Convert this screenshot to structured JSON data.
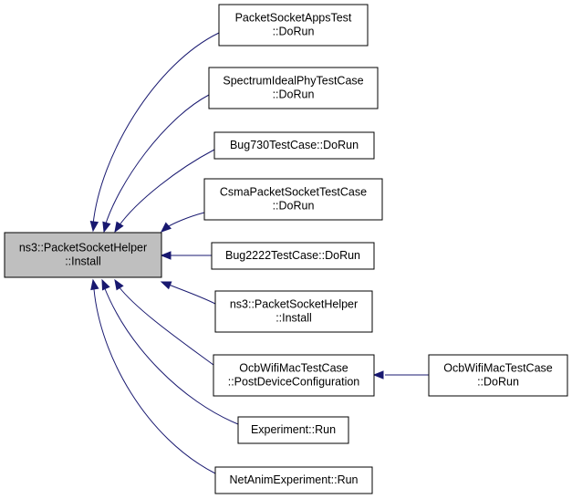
{
  "diagram": {
    "type": "call-graph",
    "colors": {
      "edge": "#191970",
      "root_fill": "#bfbfbf",
      "node_fill": "#ffffff",
      "node_border": "#000000"
    },
    "root": {
      "lines": [
        "ns3::PacketSocketHelper",
        "::Install"
      ]
    },
    "callers": [
      {
        "lines": [
          "PacketSocketAppsTest",
          "::DoRun"
        ]
      },
      {
        "lines": [
          "SpectrumIdealPhyTestCase",
          "::DoRun"
        ]
      },
      {
        "lines": [
          "Bug730TestCase::DoRun"
        ]
      },
      {
        "lines": [
          "CsmaPacketSocketTestCase",
          "::DoRun"
        ]
      },
      {
        "lines": [
          "Bug2222TestCase::DoRun"
        ]
      },
      {
        "lines": [
          "ns3::PacketSocketHelper",
          "::Install"
        ]
      },
      {
        "lines": [
          "OcbWifiMacTestCase",
          "::PostDeviceConfiguration"
        ]
      },
      {
        "lines": [
          "Experiment::Run"
        ]
      },
      {
        "lines": [
          "NetAnimExperiment::Run"
        ]
      }
    ],
    "second_level": [
      {
        "lines": [
          "OcbWifiMacTestCase",
          "::DoRun"
        ],
        "calls_into": 6
      }
    ]
  }
}
